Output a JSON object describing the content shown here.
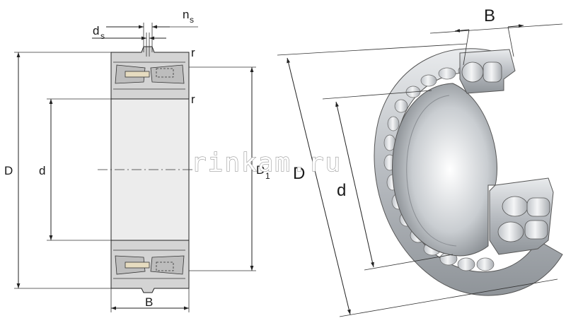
{
  "watermark": "rinkam.ru",
  "section_view": {
    "labels": {
      "outer_diameter": "D",
      "bore_diameter": "d",
      "inner_ring_diameter": "D",
      "inner_ring_subscript": "1",
      "width": "B",
      "hole_diameter": "d",
      "hole_diameter_subscript": "s",
      "groove_width": "n",
      "groove_width_subscript": "s",
      "chamfer_top": "r",
      "chamfer_inner": "r"
    }
  },
  "iso_view": {
    "labels": {
      "width": "B",
      "outer_diameter": "D",
      "bore_diameter": "d"
    }
  },
  "colors": {
    "ring_fill": "#d6d6d6",
    "bore_fill": "#f0f0f0",
    "roller_fill": "#c8c8c8",
    "cage_fill": "#e8dcc0",
    "line": "#222222"
  }
}
